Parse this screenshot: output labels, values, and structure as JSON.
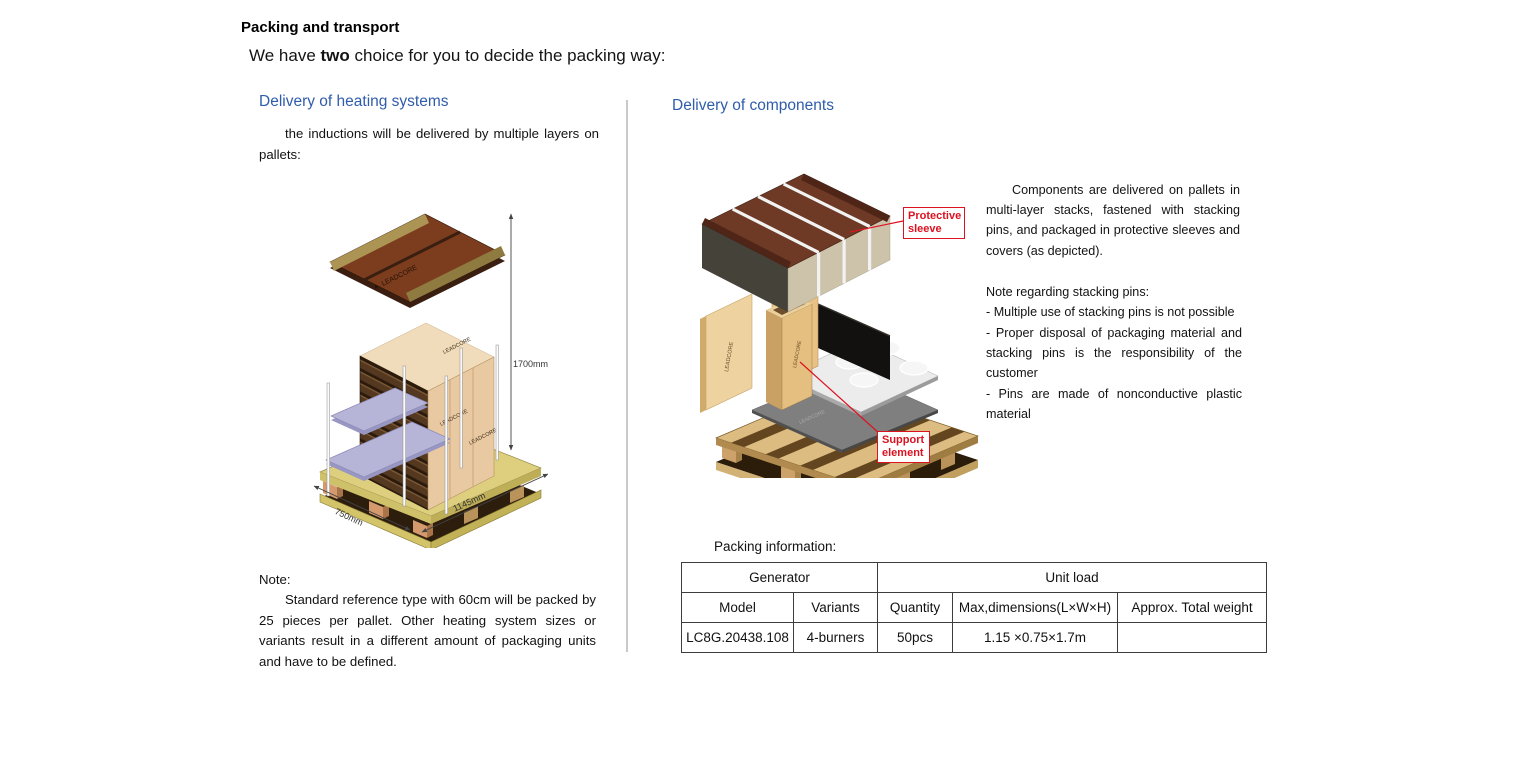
{
  "header": {
    "title": "Packing and transport",
    "subtitle": {
      "prefix": "We have ",
      "bold": "two",
      "suffix": " choice for you to decide the packing way:"
    }
  },
  "brand": {
    "name": "LEADCORE",
    "glyph": "▲"
  },
  "left_section": {
    "heading": "Delivery of heating systems",
    "intro": "the inductions will be delivered by multiple layers on pallets:",
    "illustration": {
      "dim_height": "1700mm",
      "dim_depth": "750mm",
      "dim_width": "1145mm"
    },
    "note_title": "Note:",
    "note_body": "Standard reference type with 60cm will be packed by 25 pieces per pallet. Other heating system sizes or variants result in a different amount of packaging units and have to be defined."
  },
  "right_section": {
    "heading": "Delivery of components",
    "illustration": {
      "label_protective_sleeve": "Protective sleeve",
      "label_support_element": "Support element"
    },
    "paragraph": "Components are delivered on pallets in multi-layer stacks, fastened with stacking pins, and packaged in protective sleeves and covers (as depicted).",
    "note_title": "Note regarding stacking pins:",
    "bullets": [
      "- Multiple use of stacking pins is not possible",
      "- Proper disposal of packaging material and stacking pins is the responsibility of the customer",
      " - Pins are made of nonconductive plastic material"
    ],
    "packing_info_label": "Packing information:"
  },
  "table": {
    "group_headers": [
      "Generator",
      "Unit load"
    ],
    "columns": [
      "Model",
      "Variants",
      "Quantity",
      "Max,dimensions(L×W×H)",
      "Approx. Total weight"
    ],
    "rows": [
      [
        "LC8G.20438.108",
        "4-burners",
        "50pcs",
        "1.15 ×0.75×1.7m",
        ""
      ]
    ]
  },
  "colors": {
    "accent_blue": "#2f5cab",
    "annotation_red": "#dd1220"
  }
}
